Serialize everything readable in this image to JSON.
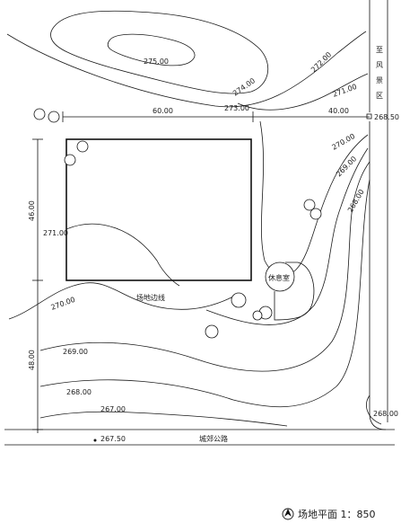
{
  "contours": [
    {
      "label": "275.00"
    },
    {
      "label": "274.00"
    },
    {
      "label": "273.00"
    },
    {
      "label": "272.00"
    },
    {
      "label": "271.00"
    },
    {
      "label": "270.00"
    },
    {
      "label": "269.00"
    },
    {
      "label": "268.00"
    },
    {
      "label": "267.00"
    }
  ],
  "contours_right": [
    {
      "label": "270.00"
    },
    {
      "label": "269.00"
    },
    {
      "label": "268.00"
    }
  ],
  "contour_left": {
    "label_271": "271.00",
    "label_270": "270.00"
  },
  "spot_elevations": {
    "top_right": "268.50",
    "bottom_right": "268.00",
    "bottom_road": "267.50"
  },
  "dimensions": {
    "top_left": "60.00",
    "top_right": "40.00",
    "left_upper": "46.00",
    "left_lower": "48.00"
  },
  "labels": {
    "site_boundary": "场地边线",
    "rest_room": "休息室",
    "road": "城郊公路",
    "scenic_area": [
      "至",
      "风",
      "景",
      "区"
    ]
  },
  "title": {
    "text": "场地平面 1：850"
  }
}
